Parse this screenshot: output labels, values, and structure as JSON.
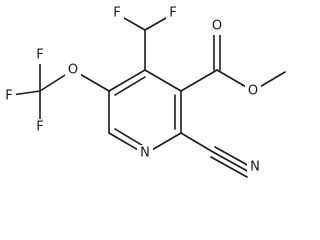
{
  "molecule": {
    "atoms": {
      "f_top_left": "F",
      "f_top_right": "F",
      "o_carbonyl": "O",
      "o_ester": "O",
      "o_ether": "O",
      "f_cf3_top": "F",
      "f_cf3_left": "F",
      "f_cf3_bottom": "F",
      "n_ring": "N",
      "n_nitrile": "N"
    }
  }
}
